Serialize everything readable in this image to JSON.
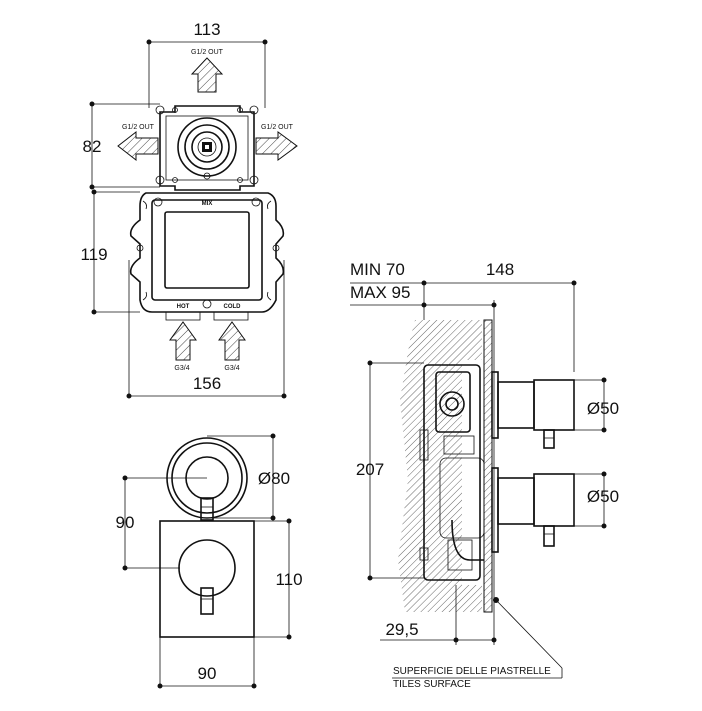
{
  "top_view": {
    "width_label": "113",
    "height_label": "82",
    "out_top": "G1/2 OUT",
    "out_left": "G1/2 OUT",
    "out_right": "G1/2 OUT"
  },
  "box_view": {
    "mix_label": "MIX",
    "hot_label": "HOT",
    "cold_label": "COLD",
    "inlet_left": "G3/4",
    "inlet_right": "G3/4",
    "height_label": "119",
    "width_label": "156"
  },
  "front_view": {
    "diameter_label": "Ø80",
    "height_left_label": "90",
    "height_right_label": "110",
    "width_label": "90"
  },
  "side_view": {
    "min_label": "MIN 70",
    "max_label": "MAX 95",
    "width_label": "148",
    "height_label": "207",
    "dia_top_label": "Ø50",
    "dia_bottom_label": "Ø50",
    "depth_label": "29,5",
    "tiles_it": "SUPERFICIE DELLE PIASTRELLE",
    "tiles_en": "TILES SURFACE"
  }
}
